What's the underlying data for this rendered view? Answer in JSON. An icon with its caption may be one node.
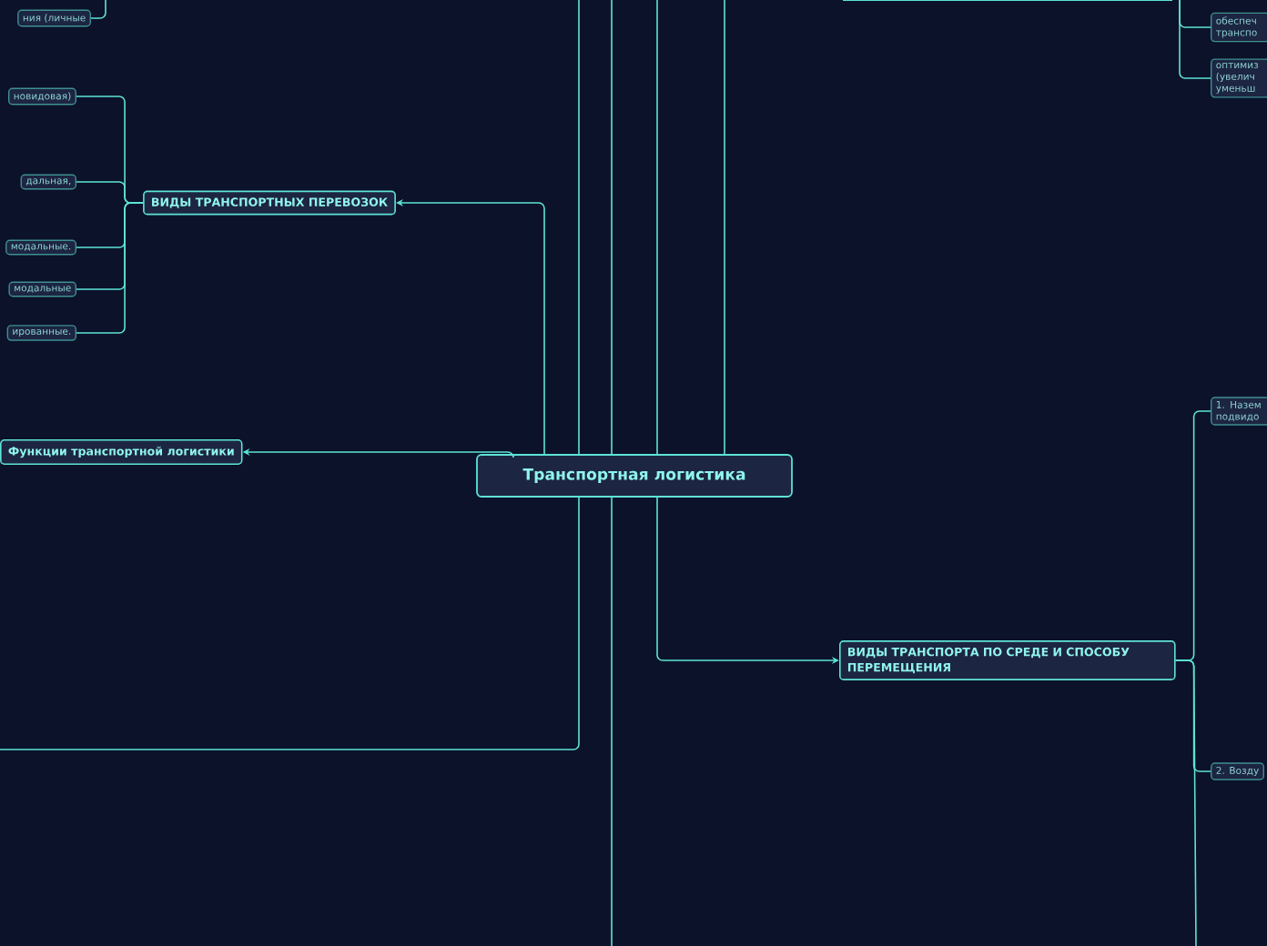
{
  "diagram": {
    "nodes": [
      {
        "text": [
          "Транспортная логистика"
        ]
      },
      {
        "text": [
          "ВИДЫ ТРАНСПОРТНЫХ ПЕРЕВОЗОК"
        ]
      },
      {
        "text": [
          "Функции транспортной логистики"
        ]
      },
      {
        "text": [
          "ВИДЫ ТРАНСПОРТА ПО СРЕДЕ И СПОСОБУ ПЕРЕМЕЩЕНИЯ"
        ]
      },
      {
        "text": [
          "ния (личные"
        ]
      },
      {
        "text": [
          "новидовая)"
        ]
      },
      {
        "text": [
          "дальная,"
        ]
      },
      {
        "text": [
          "модальные."
        ]
      },
      {
        "text": [
          "модальные"
        ]
      },
      {
        "text": [
          "ированные."
        ]
      },
      {
        "text": [
          "обеспеч транспо"
        ]
      },
      {
        "text": [
          "оптимиз (увелич уменьш"
        ]
      },
      {
        "text": [
          "1. Назем подвидо"
        ]
      },
      {
        "text": [
          "2. Возду"
        ]
      }
    ],
    "edges": [
      {
        "from": 0,
        "to": 1,
        "arrow": "to"
      },
      {
        "from": 0,
        "to": 2,
        "arrow": "to"
      },
      {
        "from": 0,
        "to": 3,
        "arrow": "to"
      },
      {
        "from": 1,
        "to": 5,
        "arrow": "none"
      },
      {
        "from": 1,
        "to": 6,
        "arrow": "none"
      },
      {
        "from": 1,
        "to": 7,
        "arrow": "none"
      },
      {
        "from": 1,
        "to": 8,
        "arrow": "none"
      },
      {
        "from": 1,
        "to": 9,
        "arrow": "none"
      },
      {
        "from": 3,
        "to": 12,
        "arrow": "none"
      },
      {
        "from": 3,
        "to": 13,
        "arrow": "none"
      },
      {
        "from": 3,
        "to": null,
        "arrow": "none"
      },
      {
        "from": null,
        "to": 4,
        "arrow": "none"
      },
      {
        "from": null,
        "to": 10,
        "arrow": "none"
      },
      {
        "from": null,
        "to": 11,
        "arrow": "none"
      },
      {
        "from": 0,
        "to": null,
        "arrow": "none"
      },
      {
        "from": 0,
        "to": null,
        "arrow": "none"
      },
      {
        "from": 0,
        "to": null,
        "arrow": "none"
      },
      {
        "from": 0,
        "to": null,
        "arrow": "none"
      },
      {
        "from": 0,
        "to": null,
        "arrow": "none"
      },
      {
        "from": 0,
        "to": null,
        "arrow": "none"
      }
    ]
  }
}
